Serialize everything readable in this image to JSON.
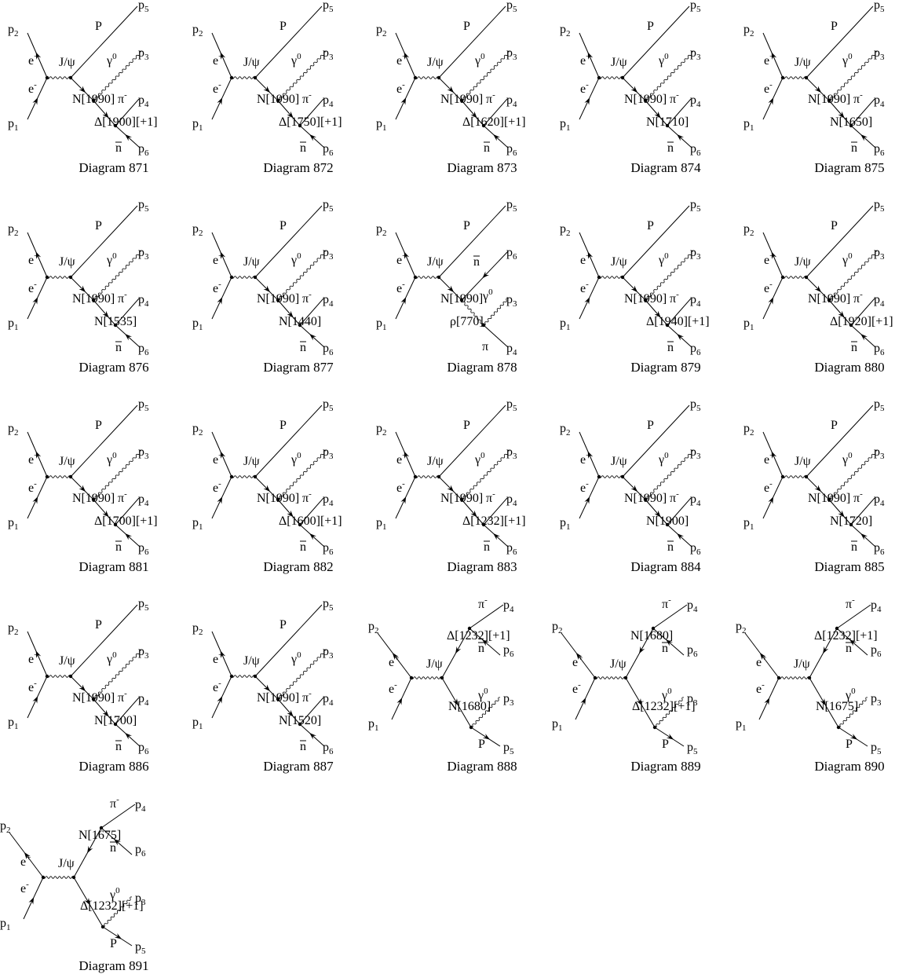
{
  "diagrams": [
    {
      "caption": "Diagram 871",
      "type": "A",
      "labels": {
        "p1": "p",
        "p1s": "1",
        "p2": "p",
        "p2s": "2",
        "e_up": "e",
        "e_up_s": "+",
        "e_dn": "e",
        "e_dn_s": "-",
        "boson": "J/ψ",
        "P": "P",
        "p5": "p",
        "p5s": "5",
        "gamma": "γ",
        "gamma_s": "0",
        "p3": "p",
        "p3s": "3",
        "res1": "N[1990]",
        "res1_s": "+",
        "pi": "π",
        "pi_s": "-",
        "p4": "p",
        "p4s": "4",
        "res2": "Δ[1900][+1]",
        "nbar": "n",
        "p6": "p",
        "p6s": "6"
      }
    },
    {
      "caption": "Diagram 872",
      "type": "A",
      "labels": {
        "p1": "p",
        "p1s": "1",
        "p2": "p",
        "p2s": "2",
        "e_up": "e",
        "e_up_s": "+",
        "e_dn": "e",
        "e_dn_s": "-",
        "boson": "J/ψ",
        "P": "P",
        "p5": "p",
        "p5s": "5",
        "gamma": "γ",
        "gamma_s": "0",
        "p3": "p",
        "p3s": "3",
        "res1": "N[1990]",
        "res1_s": "+",
        "pi": "π",
        "pi_s": "-",
        "p4": "p",
        "p4s": "4",
        "res2": "Δ[1750][+1]",
        "nbar": "n",
        "p6": "p",
        "p6s": "6"
      }
    },
    {
      "caption": "Diagram 873",
      "type": "A",
      "labels": {
        "p1": "p",
        "p1s": "1",
        "p2": "p",
        "p2s": "2",
        "e_up": "e",
        "e_up_s": "+",
        "e_dn": "e",
        "e_dn_s": "-",
        "boson": "J/ψ",
        "P": "P",
        "p5": "p",
        "p5s": "5",
        "gamma": "γ",
        "gamma_s": "0",
        "p3": "p",
        "p3s": "3",
        "res1": "N[1990]",
        "res1_s": "+",
        "pi": "π",
        "pi_s": "-",
        "p4": "p",
        "p4s": "4",
        "res2": "Δ[1620][+1]",
        "nbar": "n",
        "p6": "p",
        "p6s": "6"
      }
    },
    {
      "caption": "Diagram 874",
      "type": "A",
      "labels": {
        "p1": "p",
        "p1s": "1",
        "p2": "p",
        "p2s": "2",
        "e_up": "e",
        "e_up_s": "+",
        "e_dn": "e",
        "e_dn_s": "-",
        "boson": "J/ψ",
        "P": "P",
        "p5": "p",
        "p5s": "5",
        "gamma": "γ",
        "gamma_s": "0",
        "p3": "p",
        "p3s": "3",
        "res1": "N[1990]",
        "res1_s": "+",
        "pi": "π",
        "pi_s": "-",
        "p4": "p",
        "p4s": "4",
        "res2": "N[1710]",
        "nbar": "n",
        "p6": "p",
        "p6s": "6"
      }
    },
    {
      "caption": "Diagram 875",
      "type": "A",
      "labels": {
        "p1": "p",
        "p1s": "1",
        "p2": "p",
        "p2s": "2",
        "e_up": "e",
        "e_up_s": "+",
        "e_dn": "e",
        "e_dn_s": "-",
        "boson": "J/ψ",
        "P": "P",
        "p5": "p",
        "p5s": "5",
        "gamma": "γ",
        "gamma_s": "0",
        "p3": "p",
        "p3s": "3",
        "res1": "N[1990]",
        "res1_s": "+",
        "pi": "π",
        "pi_s": "-",
        "p4": "p",
        "p4s": "4",
        "res2": "N[1650]",
        "nbar": "n",
        "p6": "p",
        "p6s": "6"
      }
    },
    {
      "caption": "Diagram 876",
      "type": "A",
      "labels": {
        "p1": "p",
        "p1s": "1",
        "p2": "p",
        "p2s": "2",
        "e_up": "e",
        "e_up_s": "+",
        "e_dn": "e",
        "e_dn_s": "-",
        "boson": "J/ψ",
        "P": "P",
        "p5": "p",
        "p5s": "5",
        "gamma": "γ",
        "gamma_s": "0",
        "p3": "p",
        "p3s": "3",
        "res1": "N[1990]",
        "res1_s": "+",
        "pi": "π",
        "pi_s": "-",
        "p4": "p",
        "p4s": "4",
        "res2": "N[1535]",
        "nbar": "n",
        "p6": "p",
        "p6s": "6"
      }
    },
    {
      "caption": "Diagram 877",
      "type": "A",
      "labels": {
        "p1": "p",
        "p1s": "1",
        "p2": "p",
        "p2s": "2",
        "e_up": "e",
        "e_up_s": "+",
        "e_dn": "e",
        "e_dn_s": "-",
        "boson": "J/ψ",
        "P": "P",
        "p5": "p",
        "p5s": "5",
        "gamma": "γ",
        "gamma_s": "0",
        "p3": "p",
        "p3s": "3",
        "res1": "N[1990]",
        "res1_s": "+",
        "pi": "π",
        "pi_s": "-",
        "p4": "p",
        "p4s": "4",
        "res2": "N[1440]",
        "nbar": "n",
        "p6": "p",
        "p6s": "6"
      }
    },
    {
      "caption": "Diagram 878",
      "type": "B",
      "labels": {
        "p1": "p",
        "p1s": "1",
        "p2": "p",
        "p2s": "2",
        "e_up": "e",
        "e_up_s": "+",
        "e_dn": "e",
        "e_dn_s": "-",
        "boson": "J/ψ",
        "P": "P",
        "p5": "p",
        "p5s": "5",
        "nbar": "n",
        "p6": "p",
        "p6s": "6",
        "res1": "N[1990]",
        "gamma": "γ",
        "gamma_s": "0",
        "p3": "p",
        "p3s": "3",
        "res2": "ρ[770]",
        "pi": "π",
        "pi_s": "-",
        "p4": "p",
        "p4s": "4"
      }
    },
    {
      "caption": "Diagram 879",
      "type": "A",
      "labels": {
        "p1": "p",
        "p1s": "1",
        "p2": "p",
        "p2s": "2",
        "e_up": "e",
        "e_up_s": "+",
        "e_dn": "e",
        "e_dn_s": "-",
        "boson": "J/ψ",
        "P": "P",
        "p5": "p",
        "p5s": "5",
        "gamma": "γ",
        "gamma_s": "0",
        "p3": "p",
        "p3s": "3",
        "res1": "N[1990]",
        "res1_s": "+",
        "pi": "π",
        "pi_s": "-",
        "p4": "p",
        "p4s": "4",
        "res2": "Δ[1940][+1]",
        "nbar": "n",
        "p6": "p",
        "p6s": "6"
      }
    },
    {
      "caption": "Diagram 880",
      "type": "A",
      "labels": {
        "p1": "p",
        "p1s": "1",
        "p2": "p",
        "p2s": "2",
        "e_up": "e",
        "e_up_s": "+",
        "e_dn": "e",
        "e_dn_s": "-",
        "boson": "J/ψ",
        "P": "P",
        "p5": "p",
        "p5s": "5",
        "gamma": "γ",
        "gamma_s": "0",
        "p3": "p",
        "p3s": "3",
        "res1": "N[1990]",
        "res1_s": "+",
        "pi": "π",
        "pi_s": "-",
        "p4": "p",
        "p4s": "4",
        "res2": "Δ[1920][+1]",
        "nbar": "n",
        "p6": "p",
        "p6s": "6"
      }
    },
    {
      "caption": "Diagram 881",
      "type": "A",
      "labels": {
        "p1": "p",
        "p1s": "1",
        "p2": "p",
        "p2s": "2",
        "e_up": "e",
        "e_up_s": "+",
        "e_dn": "e",
        "e_dn_s": "-",
        "boson": "J/ψ",
        "P": "P",
        "p5": "p",
        "p5s": "5",
        "gamma": "γ",
        "gamma_s": "0",
        "p3": "p",
        "p3s": "3",
        "res1": "N[1990]",
        "res1_s": "+",
        "pi": "π",
        "pi_s": "-",
        "p4": "p",
        "p4s": "4",
        "res2": "Δ[1700][+1]",
        "nbar": "n",
        "p6": "p",
        "p6s": "6"
      }
    },
    {
      "caption": "Diagram 882",
      "type": "A",
      "labels": {
        "p1": "p",
        "p1s": "1",
        "p2": "p",
        "p2s": "2",
        "e_up": "e",
        "e_up_s": "+",
        "e_dn": "e",
        "e_dn_s": "-",
        "boson": "J/ψ",
        "P": "P",
        "p5": "p",
        "p5s": "5",
        "gamma": "γ",
        "gamma_s": "0",
        "p3": "p",
        "p3s": "3",
        "res1": "N[1990]",
        "res1_s": "+",
        "pi": "π",
        "pi_s": "-",
        "p4": "p",
        "p4s": "4",
        "res2": "Δ[1600][+1]",
        "nbar": "n",
        "p6": "p",
        "p6s": "6"
      }
    },
    {
      "caption": "Diagram 883",
      "type": "A",
      "labels": {
        "p1": "p",
        "p1s": "1",
        "p2": "p",
        "p2s": "2",
        "e_up": "e",
        "e_up_s": "+",
        "e_dn": "e",
        "e_dn_s": "-",
        "boson": "J/ψ",
        "P": "P",
        "p5": "p",
        "p5s": "5",
        "gamma": "γ",
        "gamma_s": "0",
        "p3": "p",
        "p3s": "3",
        "res1": "N[1990]",
        "res1_s": "+",
        "pi": "π",
        "pi_s": "-",
        "p4": "p",
        "p4s": "4",
        "res2": "Δ[1232][+1]",
        "nbar": "n",
        "p6": "p",
        "p6s": "6"
      }
    },
    {
      "caption": "Diagram 884",
      "type": "A",
      "labels": {
        "p1": "p",
        "p1s": "1",
        "p2": "p",
        "p2s": "2",
        "e_up": "e",
        "e_up_s": "+",
        "e_dn": "e",
        "e_dn_s": "-",
        "boson": "J/ψ",
        "P": "P",
        "p5": "p",
        "p5s": "5",
        "gamma": "γ",
        "gamma_s": "0",
        "p3": "p",
        "p3s": "3",
        "res1": "N[1990]",
        "res1_s": "+",
        "pi": "π",
        "pi_s": "-",
        "p4": "p",
        "p4s": "4",
        "res2": "N[1900]",
        "nbar": "n",
        "p6": "p",
        "p6s": "6"
      }
    },
    {
      "caption": "Diagram 885",
      "type": "A",
      "labels": {
        "p1": "p",
        "p1s": "1",
        "p2": "p",
        "p2s": "2",
        "e_up": "e",
        "e_up_s": "+",
        "e_dn": "e",
        "e_dn_s": "-",
        "boson": "J/ψ",
        "P": "P",
        "p5": "p",
        "p5s": "5",
        "gamma": "γ",
        "gamma_s": "0",
        "p3": "p",
        "p3s": "3",
        "res1": "N[1990]",
        "res1_s": "+",
        "pi": "π",
        "pi_s": "-",
        "p4": "p",
        "p4s": "4",
        "res2": "N[1720]",
        "nbar": "n",
        "p6": "p",
        "p6s": "6"
      }
    },
    {
      "caption": "Diagram 886",
      "type": "A",
      "labels": {
        "p1": "p",
        "p1s": "1",
        "p2": "p",
        "p2s": "2",
        "e_up": "e",
        "e_up_s": "+",
        "e_dn": "e",
        "e_dn_s": "-",
        "boson": "J/ψ",
        "P": "P",
        "p5": "p",
        "p5s": "5",
        "gamma": "γ",
        "gamma_s": "0",
        "p3": "p",
        "p3s": "3",
        "res1": "N[1990]",
        "res1_s": "+",
        "pi": "π",
        "pi_s": "-",
        "p4": "p",
        "p4s": "4",
        "res2": "N[1700]",
        "nbar": "n",
        "p6": "p",
        "p6s": "6"
      }
    },
    {
      "caption": "Diagram 887",
      "type": "A",
      "labels": {
        "p1": "p",
        "p1s": "1",
        "p2": "p",
        "p2s": "2",
        "e_up": "e",
        "e_up_s": "+",
        "e_dn": "e",
        "e_dn_s": "-",
        "boson": "J/ψ",
        "P": "P",
        "p5": "p",
        "p5s": "5",
        "gamma": "γ",
        "gamma_s": "0",
        "p3": "p",
        "p3s": "3",
        "res1": "N[1990]",
        "res1_s": "+",
        "pi": "π",
        "pi_s": "-",
        "p4": "p",
        "p4s": "4",
        "res2": "N[1520]",
        "nbar": "n",
        "p6": "p",
        "p6s": "6"
      }
    },
    {
      "caption": "Diagram 888",
      "type": "C",
      "labels": {
        "p1": "p",
        "p1s": "1",
        "p2": "p",
        "p2s": "2",
        "e_up": "e",
        "e_up_s": "+",
        "e_dn": "e",
        "e_dn_s": "-",
        "boson": "J/ψ",
        "pi": "π",
        "pi_s": "-",
        "p4": "p",
        "p4s": "4",
        "res1": "Δ[1232][+1]",
        "nbar": "n",
        "p6": "p",
        "p6s": "6",
        "res2": "N[1680]",
        "gamma": "γ",
        "gamma_s": "0",
        "p3": "p",
        "p3s": "3",
        "P": "P",
        "p5": "p",
        "p5s": "5"
      }
    },
    {
      "caption": "Diagram 889",
      "type": "C",
      "labels": {
        "p1": "p",
        "p1s": "1",
        "p2": "p",
        "p2s": "2",
        "e_up": "e",
        "e_up_s": "+",
        "e_dn": "e",
        "e_dn_s": "-",
        "boson": "J/ψ",
        "pi": "π",
        "pi_s": "-",
        "p4": "p",
        "p4s": "4",
        "res1": "N[1680]",
        "nbar": "n",
        "p6": "p",
        "p6s": "6",
        "res2": "Δ[1232][+1]",
        "gamma": "γ",
        "gamma_s": "0",
        "p3": "p",
        "p3s": "3",
        "P": "P",
        "p5": "p",
        "p5s": "5"
      }
    },
    {
      "caption": "Diagram 890",
      "type": "C",
      "labels": {
        "p1": "p",
        "p1s": "1",
        "p2": "p",
        "p2s": "2",
        "e_up": "e",
        "e_up_s": "+",
        "e_dn": "e",
        "e_dn_s": "-",
        "boson": "J/ψ",
        "pi": "π",
        "pi_s": "-",
        "p4": "p",
        "p4s": "4",
        "res1": "Δ[1232][+1]",
        "nbar": "n",
        "p6": "p",
        "p6s": "6",
        "res2": "N[1675]",
        "gamma": "γ",
        "gamma_s": "0",
        "p3": "p",
        "p3s": "3",
        "P": "P",
        "p5": "p",
        "p5s": "5"
      }
    },
    {
      "caption": "Diagram 891",
      "type": "C",
      "labels": {
        "p1": "p",
        "p1s": "1",
        "p2": "p",
        "p2s": "2",
        "e_up": "e",
        "e_up_s": "+",
        "e_dn": "e",
        "e_dn_s": "-",
        "boson": "J/ψ",
        "pi": "π",
        "pi_s": "-",
        "p4": "p",
        "p4s": "4",
        "res1": "N[1675]",
        "nbar": "n",
        "p6": "p",
        "p6s": "6",
        "res2": "Δ[1232][+1]",
        "gamma": "γ",
        "gamma_s": "0",
        "p3": "p",
        "p3s": "3",
        "P": "P",
        "p5": "p",
        "p5s": "5"
      }
    }
  ]
}
